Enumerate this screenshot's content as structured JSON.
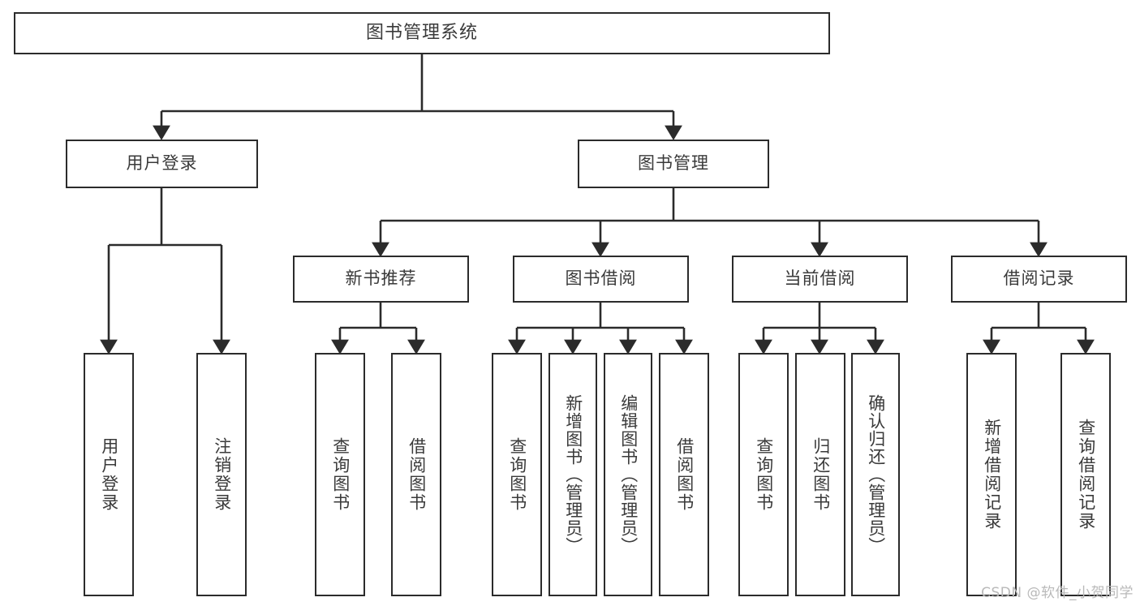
{
  "diagram": {
    "title": "图书管理系统",
    "type": "tree-hierarchy-diagram",
    "watermark": "CSDN @软件_小贺同学",
    "colors": {
      "stroke": "#2b2b2b",
      "text": "#3a3a3a",
      "background": "#ffffff",
      "watermark": "#b9b9b9"
    },
    "levels": {
      "root": {
        "label": "图书管理系统"
      },
      "level2": [
        {
          "label": "用户登录"
        },
        {
          "label": "图书管理"
        }
      ],
      "level3": [
        {
          "label": "新书推荐"
        },
        {
          "label": "图书借阅"
        },
        {
          "label": "当前借阅"
        },
        {
          "label": "借阅记录"
        }
      ],
      "leaves": [
        {
          "label": "用户登录",
          "parent": "用户登录"
        },
        {
          "label": "注销登录",
          "parent": "用户登录"
        },
        {
          "label": "查询图书",
          "parent": "新书推荐"
        },
        {
          "label": "借阅图书",
          "parent": "新书推荐"
        },
        {
          "label": "查询图书",
          "parent": "图书借阅"
        },
        {
          "label": "新增图书（管理员）",
          "parent": "图书借阅"
        },
        {
          "label": "编辑图书（管理员）",
          "parent": "图书借阅"
        },
        {
          "label": "借阅图书",
          "parent": "图书借阅"
        },
        {
          "label": "查询图书",
          "parent": "当前借阅"
        },
        {
          "label": "归还图书",
          "parent": "当前借阅"
        },
        {
          "label": "确认归还（管理员）",
          "parent": "当前借阅"
        },
        {
          "label": "新增借阅记录",
          "parent": "借阅记录"
        },
        {
          "label": "查询借阅记录",
          "parent": "借阅记录"
        }
      ]
    }
  }
}
